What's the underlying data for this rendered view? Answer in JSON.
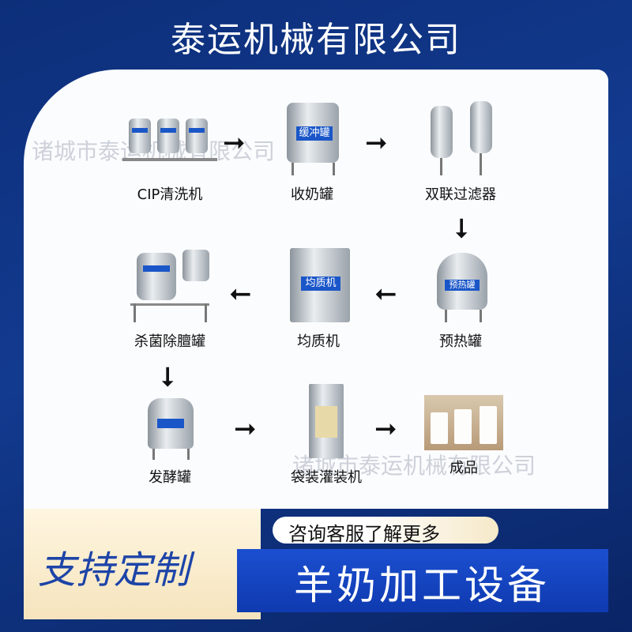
{
  "header": {
    "company": "泰运机械有限公司"
  },
  "watermarks": [
    "诸城市泰运机械有限公司",
    "诸城市泰运机械有限公司"
  ],
  "steps": [
    {
      "label": "CIP清洗机"
    },
    {
      "label": "收奶罐"
    },
    {
      "label": "双联过滤器"
    },
    {
      "label": "预热罐"
    },
    {
      "label": "均质机"
    },
    {
      "label": "杀菌除膻罐"
    },
    {
      "label": "发酵罐"
    },
    {
      "label": "袋装灌装机"
    },
    {
      "label": "成品"
    }
  ],
  "equipment_plates": {
    "buffer_tank": "缓冲罐",
    "homogenizer": "均质机",
    "preheat_tank": "预热罐"
  },
  "footer": {
    "customize": "支持定制",
    "consult": "咨询客服了解更多",
    "product": "羊奶加工设备"
  },
  "colors": {
    "primary_blue": "#123a8f",
    "accent_blue": "#1b4fd0",
    "cream": "#f5e4bd"
  }
}
